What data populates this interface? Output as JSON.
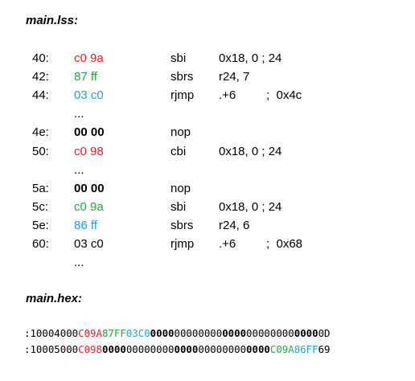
{
  "lss": {
    "title": "main.lss:",
    "rows": [
      {
        "addr": "40:",
        "bytes": "c0 9a",
        "bytes_color": "#e8212a",
        "bytes_bold": false,
        "mnemonic": "sbi",
        "operands": "0x18, 0 ; 24",
        "comment": ""
      },
      {
        "addr": "42:",
        "bytes": "87 ff",
        "bytes_color": "#20a843",
        "bytes_bold": false,
        "mnemonic": "sbrs",
        "operands": "r24, 7",
        "comment": ""
      },
      {
        "addr": "44:",
        "bytes": "03 c0",
        "bytes_color": "#1ba3d8",
        "bytes_bold": false,
        "mnemonic": "rjmp",
        "operands": ".+6",
        "comment": ";  0x4c"
      },
      {
        "addr": "",
        "bytes": "...",
        "bytes_color": "#000000",
        "bytes_bold": false,
        "mnemonic": "",
        "operands": "",
        "comment": ""
      },
      {
        "addr": "4e:",
        "bytes": "00 00",
        "bytes_color": "#000000",
        "bytes_bold": true,
        "mnemonic": "nop",
        "operands": "",
        "comment": ""
      },
      {
        "addr": "50:",
        "bytes": "c0 98",
        "bytes_color": "#e8212a",
        "bytes_bold": false,
        "mnemonic": "cbi",
        "operands": "0x18, 0 ; 24",
        "comment": ""
      },
      {
        "addr": "",
        "bytes": "...",
        "bytes_color": "#000000",
        "bytes_bold": false,
        "mnemonic": "",
        "operands": "",
        "comment": ""
      },
      {
        "addr": "5a:",
        "bytes": "00 00",
        "bytes_color": "#000000",
        "bytes_bold": true,
        "mnemonic": "nop",
        "operands": "",
        "comment": ""
      },
      {
        "addr": "5c:",
        "bytes": "c0 9a",
        "bytes_color": "#20a843",
        "bytes_bold": false,
        "mnemonic": "sbi",
        "operands": "0x18, 0 ; 24",
        "comment": ""
      },
      {
        "addr": "5e:",
        "bytes": "86 ff",
        "bytes_color": "#1ba3d8",
        "bytes_bold": false,
        "mnemonic": "sbrs",
        "operands": "r24, 6",
        "comment": ""
      },
      {
        "addr": "60:",
        "bytes": "03 c0",
        "bytes_color": "#000000",
        "bytes_bold": false,
        "mnemonic": "rjmp",
        "operands": ".+6",
        "comment": ";  0x68"
      },
      {
        "addr": "",
        "bytes": "...",
        "bytes_color": "#000000",
        "bytes_bold": false,
        "mnemonic": "",
        "operands": "",
        "comment": ""
      }
    ]
  },
  "hex": {
    "title": "main.hex:",
    "lines": [
      [
        {
          "text": ":10004000",
          "color": "#000000",
          "bold": false
        },
        {
          "text": "C09A",
          "color": "#e8212a",
          "bold": false
        },
        {
          "text": "87FF",
          "color": "#20a843",
          "bold": false
        },
        {
          "text": "03C0",
          "color": "#1ba3d8",
          "bold": false
        },
        {
          "text": "0000",
          "color": "#000000",
          "bold": true
        },
        {
          "text": "00000000",
          "color": "#000000",
          "bold": false
        },
        {
          "text": "0000",
          "color": "#000000",
          "bold": true
        },
        {
          "text": "00000000",
          "color": "#000000",
          "bold": false
        },
        {
          "text": "0000",
          "color": "#000000",
          "bold": true
        },
        {
          "text": "0D",
          "color": "#000000",
          "bold": false
        }
      ],
      [
        {
          "text": ":10005000",
          "color": "#000000",
          "bold": false
        },
        {
          "text": "C098",
          "color": "#e8212a",
          "bold": false
        },
        {
          "text": "0000",
          "color": "#000000",
          "bold": true
        },
        {
          "text": "00000000",
          "color": "#000000",
          "bold": false
        },
        {
          "text": "0000",
          "color": "#000000",
          "bold": true
        },
        {
          "text": "00000000",
          "color": "#000000",
          "bold": false
        },
        {
          "text": "0000",
          "color": "#000000",
          "bold": true
        },
        {
          "text": "C09A",
          "color": "#20a843",
          "bold": false
        },
        {
          "text": "86FF",
          "color": "#1ba3d8",
          "bold": false
        },
        {
          "text": "69",
          "color": "#000000",
          "bold": false
        }
      ]
    ]
  }
}
